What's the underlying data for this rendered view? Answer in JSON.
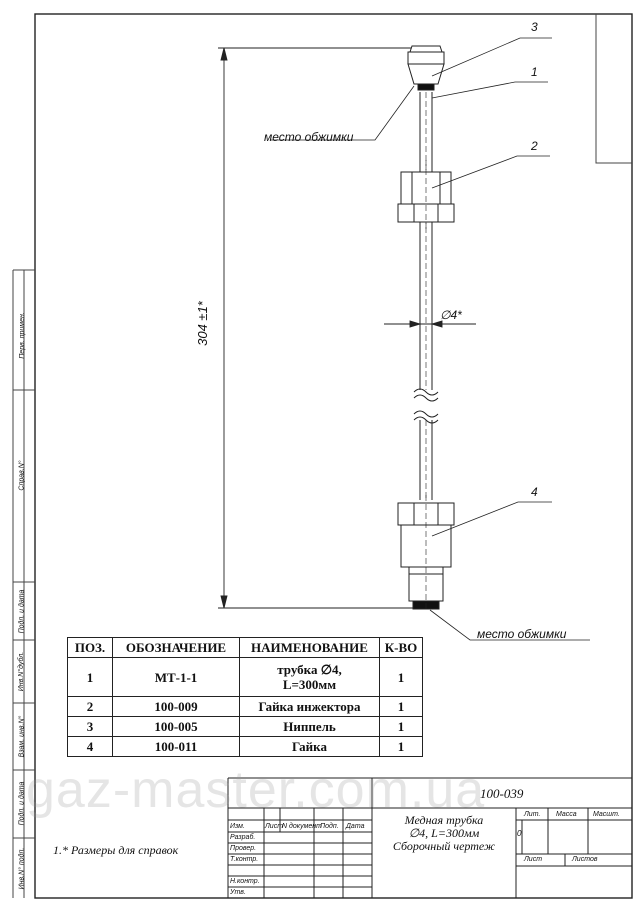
{
  "positions": [
    "3",
    "1",
    "2",
    "4"
  ],
  "callouts": {
    "crimp_top": "место обжимки",
    "crimp_bottom": "место обжимки",
    "diameter": "∅4*",
    "length": "304 ±1*"
  },
  "side_labels": [
    "Перв. примен.",
    "Справ.N°",
    "Подп. и дата",
    "Инв.N°дубл.",
    "Взам. инв.N°",
    "Подп. и дата",
    "Инв.N° подп."
  ],
  "spec_table": {
    "headers": [
      "ПОЗ.",
      "ОБОЗНАЧЕНИЕ",
      "НАИМЕНОВАНИЕ",
      "К-ВО"
    ],
    "rows": [
      {
        "pos": "1",
        "code": "МТ-1-1",
        "name_line1": "трубка ∅4,",
        "name_line2": "L=300мм",
        "qty": "1"
      },
      {
        "pos": "2",
        "code": "100-009",
        "name_line1": "Гайка инжектора",
        "name_line2": "",
        "qty": "1"
      },
      {
        "pos": "3",
        "code": "100-005",
        "name_line1": "Ниппель",
        "name_line2": "",
        "qty": "1"
      },
      {
        "pos": "4",
        "code": "100-011",
        "name_line1": "Гайка",
        "name_line2": "",
        "qty": "1"
      }
    ]
  },
  "note": "1.* Размеры для справок",
  "watermark": "gaz-master.com.ua",
  "title_block": {
    "doc_number": "100-039",
    "title_line1": "Медная трубка",
    "title_line2": "∅4, L=300мм",
    "title_line3": "Сборочный чертеж",
    "cols": [
      "Изм.",
      "Лист",
      "N документ",
      "Подп.",
      "Дата"
    ],
    "rows": [
      "Разраб.",
      "Провер.",
      "Т.контр.",
      "",
      "Н.контр.",
      "Утв."
    ],
    "lit": "Лит.",
    "mass": "Масса",
    "scale": "Масшт.",
    "lit_value": "0",
    "sheet": "Лист",
    "sheets": "Листов"
  }
}
